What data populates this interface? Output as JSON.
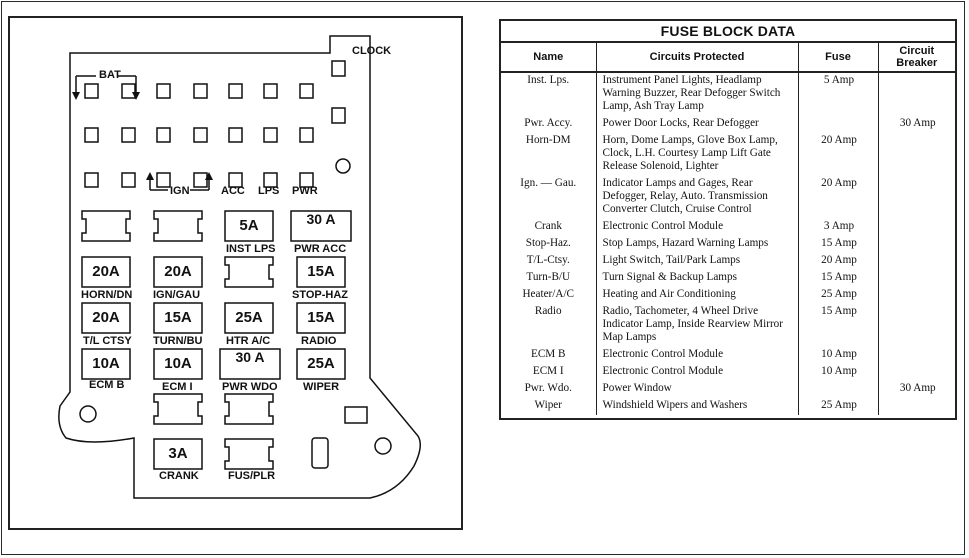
{
  "diagram": {
    "top_labels": {
      "bat": "BAT",
      "clock": "CLOCK",
      "ign": "IGN",
      "acc": "ACC",
      "lps": "LPS",
      "pwr": "PWR"
    },
    "fuses": [
      {
        "id": "inst-lps",
        "value": "5A",
        "label": "INST LPS"
      },
      {
        "id": "pwr-acc",
        "value": "30 A",
        "label": "PWR ACC"
      },
      {
        "id": "horn-dn",
        "value": "20A",
        "label": "HORN/DN"
      },
      {
        "id": "ign-gau",
        "value": "20A",
        "label": "IGN/GAU"
      },
      {
        "id": "stop-haz",
        "value": "15A",
        "label": "STOP-HAZ"
      },
      {
        "id": "tl-ctsy",
        "value": "20A",
        "label": "T/L CTSY"
      },
      {
        "id": "turn-bu",
        "value": "15A",
        "label": "TURN/BU"
      },
      {
        "id": "htr-ac",
        "value": "25A",
        "label": "HTR A/C"
      },
      {
        "id": "radio",
        "value": "15A",
        "label": "RADIO"
      },
      {
        "id": "ecm-b",
        "value": "10A",
        "label": "ECM B"
      },
      {
        "id": "ecm-i",
        "value": "10A",
        "label": "ECM I"
      },
      {
        "id": "pwr-wdo",
        "value": "30 A",
        "label": "PWR WDO"
      },
      {
        "id": "wiper",
        "value": "25A",
        "label": "WIPER"
      },
      {
        "id": "crank",
        "value": "3A",
        "label": "CRANK"
      },
      {
        "id": "fus-plr",
        "value": "",
        "label": "FUS/PLR"
      }
    ]
  },
  "table": {
    "title": "FUSE BLOCK DATA",
    "headers": {
      "name": "Name",
      "circuits": "Circuits Protected",
      "fuse": "Fuse",
      "breaker": "Circuit Breaker"
    },
    "rows": [
      {
        "name": "Inst. Lps.",
        "circuits": "Instrument Panel Lights, Headlamp Warning Buzzer, Rear Defogger Switch Lamp, Ash Tray Lamp",
        "fuse": "5 Amp",
        "breaker": ""
      },
      {
        "name": "Pwr. Accy.",
        "circuits": "Power Door Locks, Rear Defogger",
        "fuse": "",
        "breaker": "30 Amp"
      },
      {
        "name": "Horn-DM",
        "circuits": "Horn, Dome Lamps, Glove Box Lamp, Clock, L.H. Courtesy Lamp Lift Gate Release Solenoid, Lighter",
        "fuse": "20 Amp",
        "breaker": ""
      },
      {
        "name": "Ign. — Gau.",
        "circuits": "Indicator Lamps and Gages, Rear Defogger, Relay, Auto. Transmission Converter Clutch, Cruise Control",
        "fuse": "20 Amp",
        "breaker": ""
      },
      {
        "name": "Crank",
        "circuits": "Electronic Control Module",
        "fuse": "3 Amp",
        "breaker": ""
      },
      {
        "name": "Stop-Haz.",
        "circuits": "Stop Lamps, Hazard Warning Lamps",
        "fuse": "15 Amp",
        "breaker": ""
      },
      {
        "name": "T/L-Ctsy.",
        "circuits": "Light Switch, Tail/Park Lamps",
        "fuse": "20 Amp",
        "breaker": ""
      },
      {
        "name": "Turn-B/U",
        "circuits": "Turn Signal & Backup Lamps",
        "fuse": "15 Amp",
        "breaker": ""
      },
      {
        "name": "Heater/A/C",
        "circuits": "Heating and Air Conditioning",
        "fuse": "25 Amp",
        "breaker": ""
      },
      {
        "name": "Radio",
        "circuits": "Radio, Tachometer, 4 Wheel Drive Indicator Lamp, Inside Rearview Mirror Map Lamps",
        "fuse": "15 Amp",
        "breaker": ""
      },
      {
        "name": "ECM B",
        "circuits": "Electronic Control Module",
        "fuse": "10 Amp",
        "breaker": ""
      },
      {
        "name": "ECM I",
        "circuits": "Electronic Control Module",
        "fuse": "10 Amp",
        "breaker": ""
      },
      {
        "name": "Pwr. Wdo.",
        "circuits": "Power Window",
        "fuse": "",
        "breaker": "30 Amp"
      },
      {
        "name": "Wiper",
        "circuits": "Windshield Wipers and Washers",
        "fuse": "25 Amp",
        "breaker": ""
      }
    ]
  }
}
